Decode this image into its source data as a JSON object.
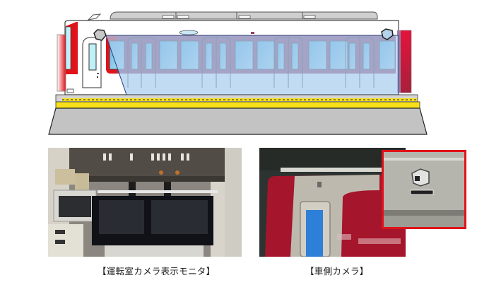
{
  "diagram": {
    "title": "train-side-camera-coverage",
    "colors": {
      "coverage_area": "#a9cdee",
      "car_body_stripe": "#9a3b5e",
      "window_glass": "#7fc4e8",
      "front_red": "#e0121a",
      "platform_yellow": "#f7e01a",
      "platform_gray": "#c3c3c3",
      "roof_gray": "#cccccc"
    },
    "elements": {
      "camera_front": "camera-icon",
      "camera_rear": "camera-icon",
      "coverage_zone": "camera-view-area",
      "platform": "station-platform",
      "tactile_strip": "yellow-tactile-paving"
    }
  },
  "photos": {
    "cab_monitor": {
      "caption": "【運転室カメラ表示モニタ】",
      "alt": "cab camera display monitor"
    },
    "side_camera": {
      "caption": "【車側カメラ】",
      "alt": "car side camera",
      "inset_border_color": "#e0121a",
      "inset_label": "車側カメラ"
    }
  }
}
